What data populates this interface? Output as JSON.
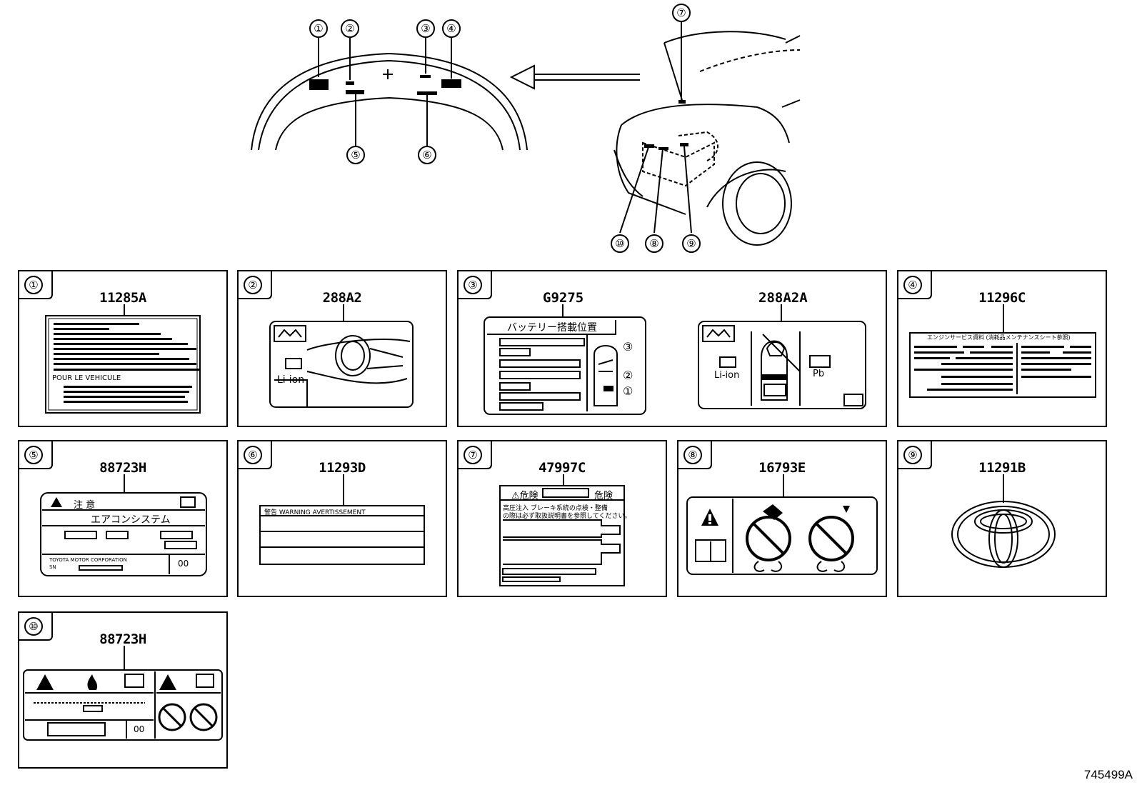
{
  "overview": {
    "hood_callouts": [
      "①",
      "②",
      "③",
      "④",
      "⑤",
      "⑥"
    ],
    "car_callouts": [
      "⑦",
      "⑧",
      "⑨",
      "⑩"
    ]
  },
  "panels": [
    {
      "num": "①",
      "part": "11285A",
      "text": "POUR LE VEHICULE"
    },
    {
      "num": "②",
      "part": "288A2",
      "text": "Li-ion"
    },
    {
      "num": "③",
      "part": "G9275",
      "part_b": "288A2A",
      "jp_title": "バッテリー搭載位置",
      "text_a": "Li-ion",
      "text_b": "Pb",
      "marks": [
        "①",
        "②",
        "③"
      ]
    },
    {
      "num": "④",
      "part": "11296C",
      "jp_title": "エンジンサービス資料 (消耗品メンテナンスシート参照)"
    },
    {
      "num": "⑤",
      "part": "88723H",
      "caution": "注 意",
      "jp_title": "エアコンシステム",
      "maker": "TOYOTA MOTOR CORPORATION",
      "sn": "SN",
      "box": "00"
    },
    {
      "num": "⑥",
      "part": "11293D",
      "warn": "警告 WARNING AVERTISSEMENT"
    },
    {
      "num": "⑦",
      "part": "47997C",
      "warn_a": "⚠危険",
      "warn_b": "危険",
      "jp_line1": "高圧注入 ブレーキ系統の点検・整備",
      "jp_line2": "の際は必ず取扱説明書を参照してください。"
    },
    {
      "num": "⑧",
      "part": "16793E"
    },
    {
      "num": "⑨",
      "part": "11291B"
    },
    {
      "num": "⑩",
      "part": "88723H",
      "box": "00"
    }
  ],
  "figure_code": "745499A"
}
